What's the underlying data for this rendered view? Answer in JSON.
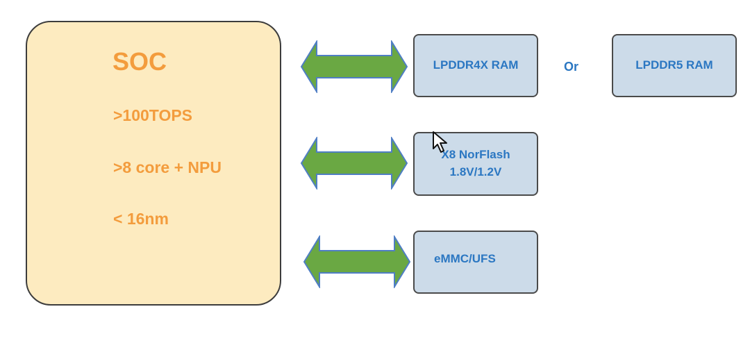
{
  "soc": {
    "title": "SOC",
    "specs": [
      ">100TOPS",
      ">8 core + NPU",
      "< 16nm"
    ]
  },
  "memory": {
    "ram_option_1": "LPDDR4X RAM",
    "or_label": "Or",
    "ram_option_2": "LPDDR5 RAM",
    "norflash_line1": "X8 NorFlash",
    "norflash_line2": "1.8V/1.2V",
    "storage": "eMMC/UFS"
  },
  "icons": {
    "arrow": "bidirectional-arrow-icon",
    "cursor": "mouse-pointer-icon"
  },
  "colors": {
    "soc_fill": "#fdebc0",
    "soc_text": "#f39c3d",
    "memory_fill": "#ccdbe9",
    "memory_text": "#2b77c2",
    "arrow_fill": "#6aa843",
    "arrow_stroke": "#4f7ec4"
  }
}
